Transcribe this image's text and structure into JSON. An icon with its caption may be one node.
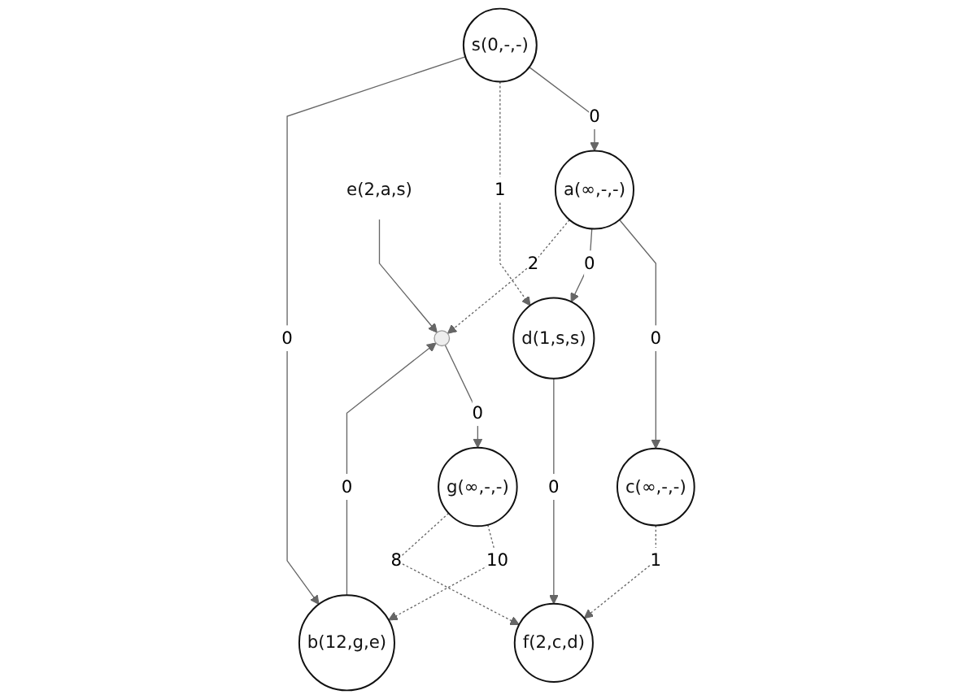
{
  "diagram": {
    "nodes": [
      {
        "text": [
          "s(0,-,-)"
        ]
      },
      {
        "text": [
          "a(∞,-,-)"
        ]
      },
      {
        "text": [
          "b(12,g,e)"
        ]
      },
      {
        "text": [
          "c(∞,-,-)"
        ]
      },
      {
        "text": [
          "d(1,s,s)"
        ]
      },
      {
        "text": [],
        "shape": "circle"
      },
      {
        "text": [
          "e(2,a,s)"
        ]
      },
      {
        "text": [
          "f(2,c,d)"
        ]
      },
      {
        "text": [
          "g(∞,-,-)"
        ]
      }
    ],
    "edges": [
      {
        "from": 0,
        "to": 1,
        "arrow": "to",
        "label": "0"
      },
      {
        "from": 0,
        "to": 4,
        "arrow": "to",
        "label": "1",
        "style": "dashed"
      },
      {
        "from": 0,
        "to": 2,
        "arrow": "to",
        "label": "0"
      },
      {
        "from": 1,
        "to": 3,
        "arrow": "to",
        "label": "0"
      },
      {
        "from": 1,
        "to": 4,
        "arrow": "to",
        "label": "0"
      },
      {
        "from": 1,
        "to": 5,
        "arrow": "to",
        "label": "2",
        "style": "dashed"
      },
      {
        "from": 2,
        "to": 5,
        "arrow": "to",
        "label": "0"
      },
      {
        "from": 8,
        "to": 2,
        "arrow": "to",
        "label": "10",
        "style": "dashed"
      },
      {
        "from": 6,
        "to": 5,
        "arrow": "to"
      },
      {
        "from": 3,
        "to": 7,
        "arrow": "to",
        "label": "1",
        "style": "dashed"
      },
      {
        "from": 4,
        "to": 7,
        "arrow": "to",
        "label": "0"
      },
      {
        "from": 5,
        "to": 8,
        "arrow": "to",
        "label": "0"
      },
      {
        "from": 8,
        "to": 7,
        "arrow": "to",
        "label": "8",
        "style": "dashed"
      }
    ]
  }
}
